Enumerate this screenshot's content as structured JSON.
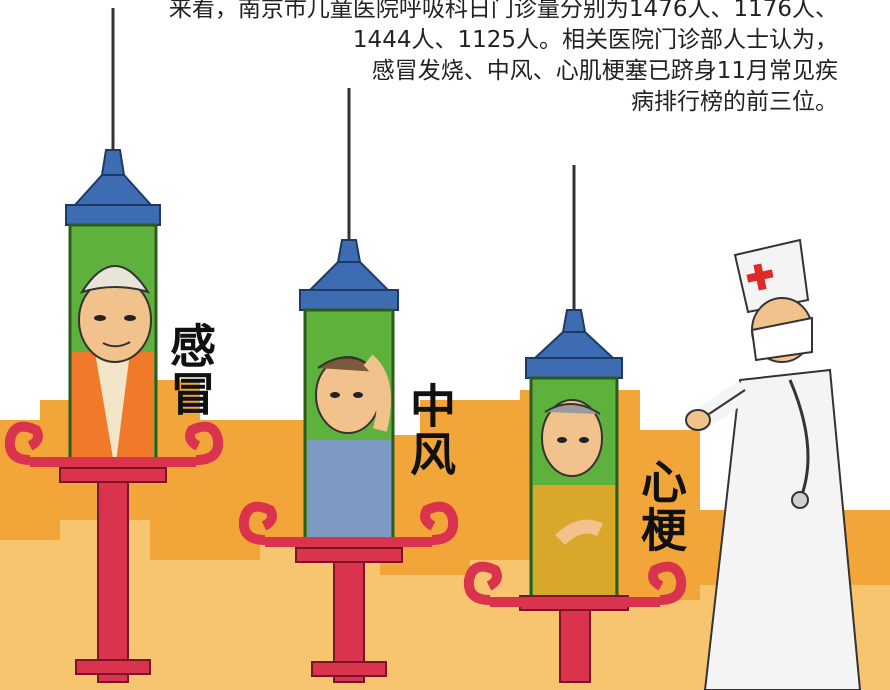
{
  "caption": {
    "lines": [
      "来看，南京市儿童医院呼吸科日门诊量分别为1476人、1176人、",
      "1444人、1125人。相关医院门诊部人士认为，",
      "感冒发烧、中风、心肌梗塞已跻身11月常见疾",
      "病排行榜的前三位。"
    ]
  },
  "syringes": [
    {
      "label": "感冒"
    },
    {
      "label": "中风"
    },
    {
      "label": "心梗"
    }
  ],
  "colors": {
    "background_orange": "#f2a63a",
    "syringe_cap": "#3d6cb3",
    "syringe_glass": "#5fb13e",
    "syringe_stand": "#d9334d",
    "doctor_coat": "#f4f4f4",
    "red_cross": "#e02a2a"
  }
}
